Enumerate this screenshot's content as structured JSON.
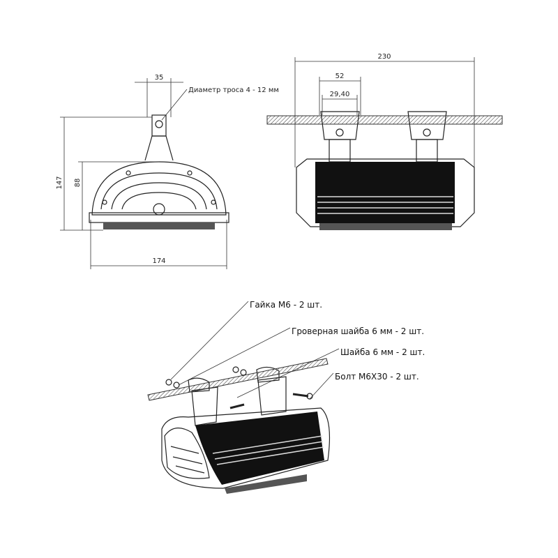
{
  "front_view": {
    "dim_width_mount": "35",
    "cable_diameter_note": "Диаметр троса 4 - 12 мм",
    "dim_total_height": "147",
    "dim_body_height": "88",
    "dim_width": "174"
  },
  "side_view": {
    "dim_length": "230",
    "dim_mount_width": "52",
    "dim_mount_inner": "29,40"
  },
  "assembly_view": {
    "callouts": [
      "Гайка М6 - 2 шт.",
      "Гроверная шайба 6 мм - 2 шт.",
      "Шайба 6 мм - 2 шт.",
      "Болт М6Х30 - 2 шт."
    ]
  }
}
